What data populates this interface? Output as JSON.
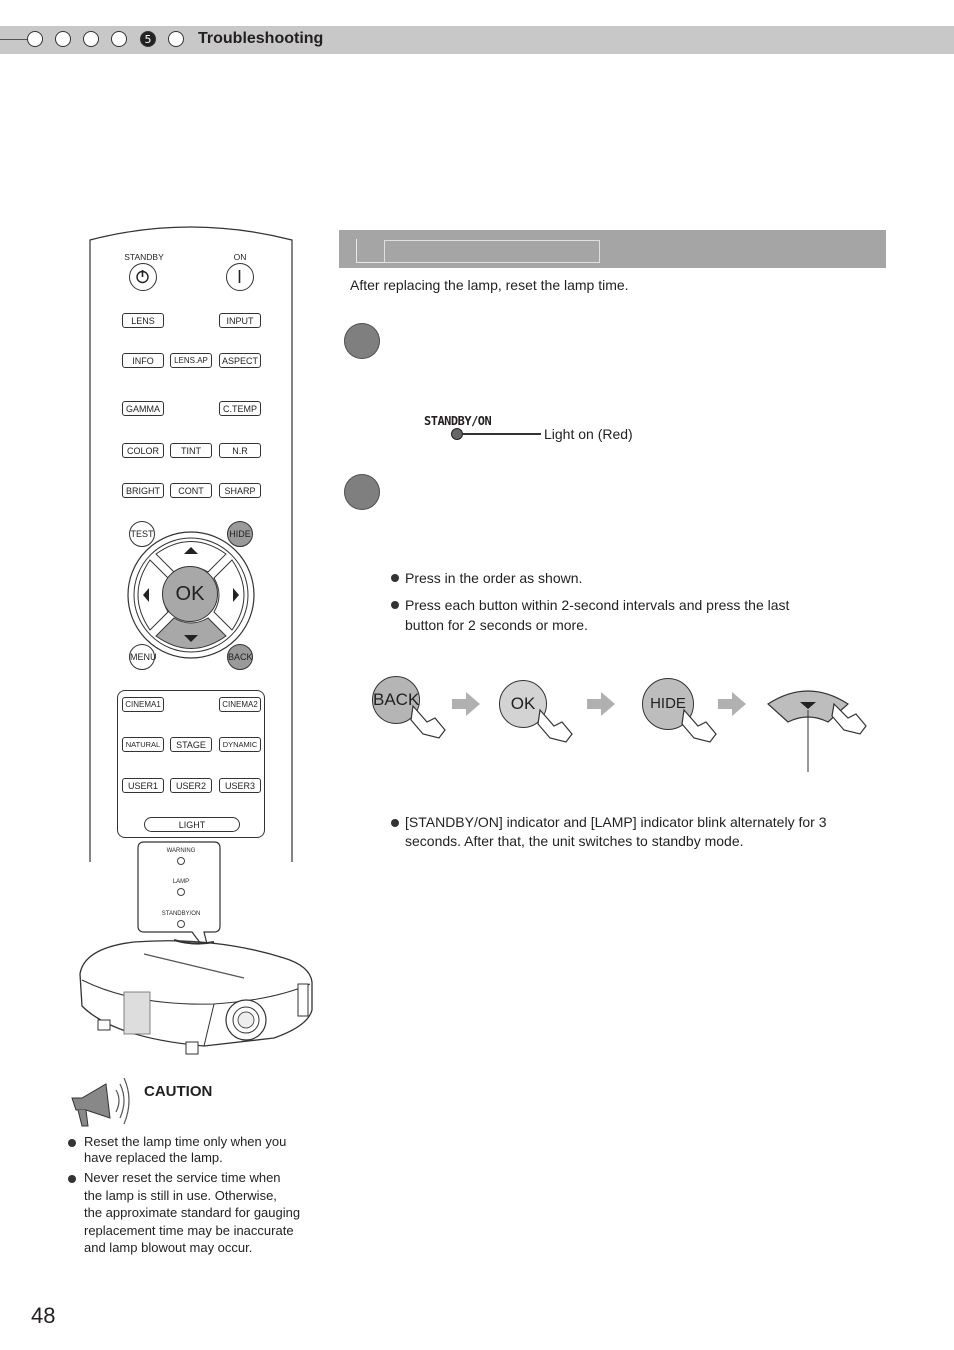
{
  "header": {
    "chapter_active": "5",
    "title": "Troubleshooting"
  },
  "section": {
    "intro": "After replacing the lamp, reset the lamp time.",
    "indicator_label": "STANDBY/ON",
    "indicator_state": "Light on (Red)",
    "bullets": [
      "Press in the order as shown.",
      "Press each button within 2-second intervals and press the last button for 2 seconds or more."
    ],
    "sequence": [
      "BACK",
      "OK",
      "HIDE"
    ],
    "result_bullet": "[STANDBY/ON] indicator and [LAMP] indicator blink alternately for 3 seconds. After that, the unit switches to standby mode."
  },
  "remote": {
    "standby_label": "STANDBY",
    "on_label": "ON",
    "row1": [
      "LENS",
      "INPUT"
    ],
    "row2": [
      "INFO",
      "LENS.AP",
      "ASPECT"
    ],
    "row3": [
      "GAMMA",
      "C.TEMP"
    ],
    "row4": [
      "COLOR",
      "TINT",
      "N.R"
    ],
    "row5": [
      "BRIGHT",
      "CONT",
      "SHARP"
    ],
    "test": "TEST",
    "hide": "HIDE",
    "ok": "OK",
    "menu": "MENU",
    "back": "BACK",
    "modes1": [
      "CINEMA1",
      "CINEMA2"
    ],
    "modes2": [
      "NATURAL",
      "STAGE",
      "DYNAMIC"
    ],
    "modes3": [
      "USER1",
      "USER2",
      "USER3"
    ],
    "light": "LIGHT"
  },
  "projector_panel": {
    "warning": "WARNING",
    "lamp": "LAMP",
    "standby_on": "STANDBY/ON"
  },
  "caution": {
    "title": "CAUTION",
    "items": [
      [
        "Reset the lamp time only when you",
        "have replaced the lamp."
      ],
      [
        "Never reset the service time when",
        "the lamp is still in use. Otherwise,",
        "the approximate standard for gauging",
        "replacement time may be inaccurate",
        "and lamp blowout may occur."
      ]
    ]
  },
  "page_number": "48"
}
